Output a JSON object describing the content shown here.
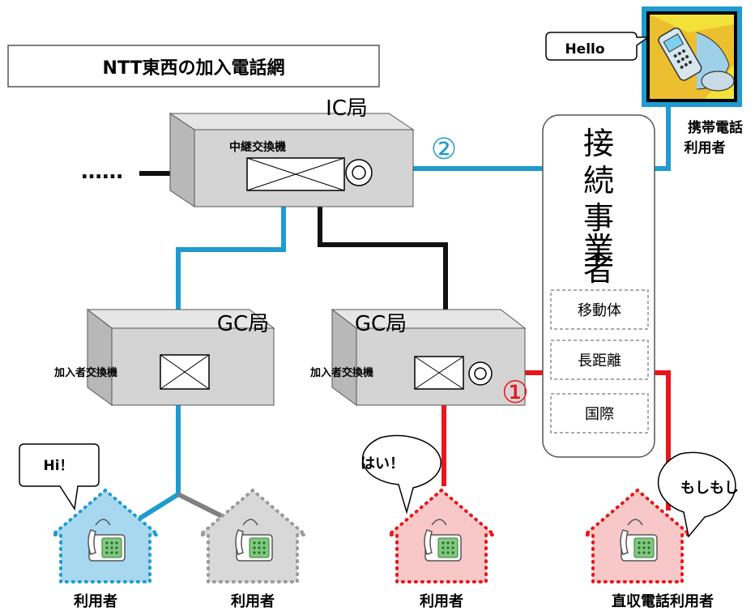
{
  "title": "NTT東西の加入電話網",
  "offices": {
    "ic_label": "IC局",
    "gc_left_label": "GC局",
    "gc_right_label": "GC局",
    "trunk_switch": "中継交換機",
    "subscriber_switch_left": "加入者交換機",
    "subscriber_switch_right": "加入者交換機"
  },
  "carrier": {
    "label_chars": [
      "接",
      "続",
      "事",
      "業",
      "者"
    ],
    "services": [
      "移動体",
      "長距離",
      "国際"
    ]
  },
  "mobile": {
    "label_line1": "携帯電話",
    "label_line2": "利用者",
    "bubble": "Hello"
  },
  "markers": {
    "route1": "①",
    "route2": "②",
    "trunk_dots": "……"
  },
  "users": [
    {
      "label": "利用者",
      "bubble": "Hi！",
      "color": "#a8d8f0"
    },
    {
      "label": "利用者",
      "bubble": "",
      "color": "#d8d8d8"
    },
    {
      "label": "利用者",
      "bubble": "はい！",
      "color": "#f8c8c8"
    },
    {
      "label": "直収電話利用者",
      "bubble": "もしもし",
      "color": "#f8c8c8"
    }
  ],
  "colors": {
    "blue_line": "#1f9bcf",
    "red_line": "#e8161a",
    "black_line": "#111111",
    "gray_line": "#808080"
  }
}
